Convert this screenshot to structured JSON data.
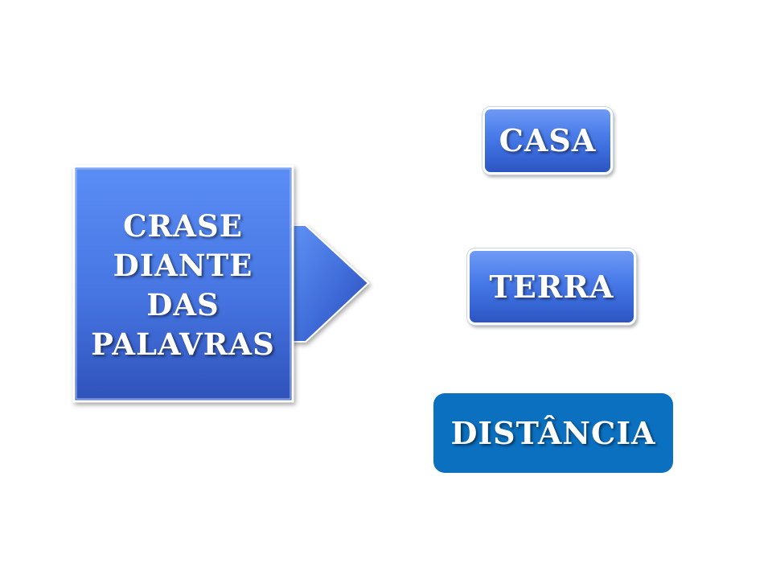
{
  "diagram": {
    "main": {
      "lines": [
        "CRASE",
        "DIANTE",
        "DAS",
        "PALAVRAS"
      ]
    },
    "items": [
      {
        "label": "CASA"
      },
      {
        "label": "TERRA"
      },
      {
        "label": "DISTÂNCIA"
      }
    ]
  },
  "colors": {
    "main_blue_top": "#5b8ef5",
    "main_blue_bottom": "#2f52b9",
    "pill_blue": "#4a7cea",
    "distancia_blue": "#0b70c0"
  }
}
